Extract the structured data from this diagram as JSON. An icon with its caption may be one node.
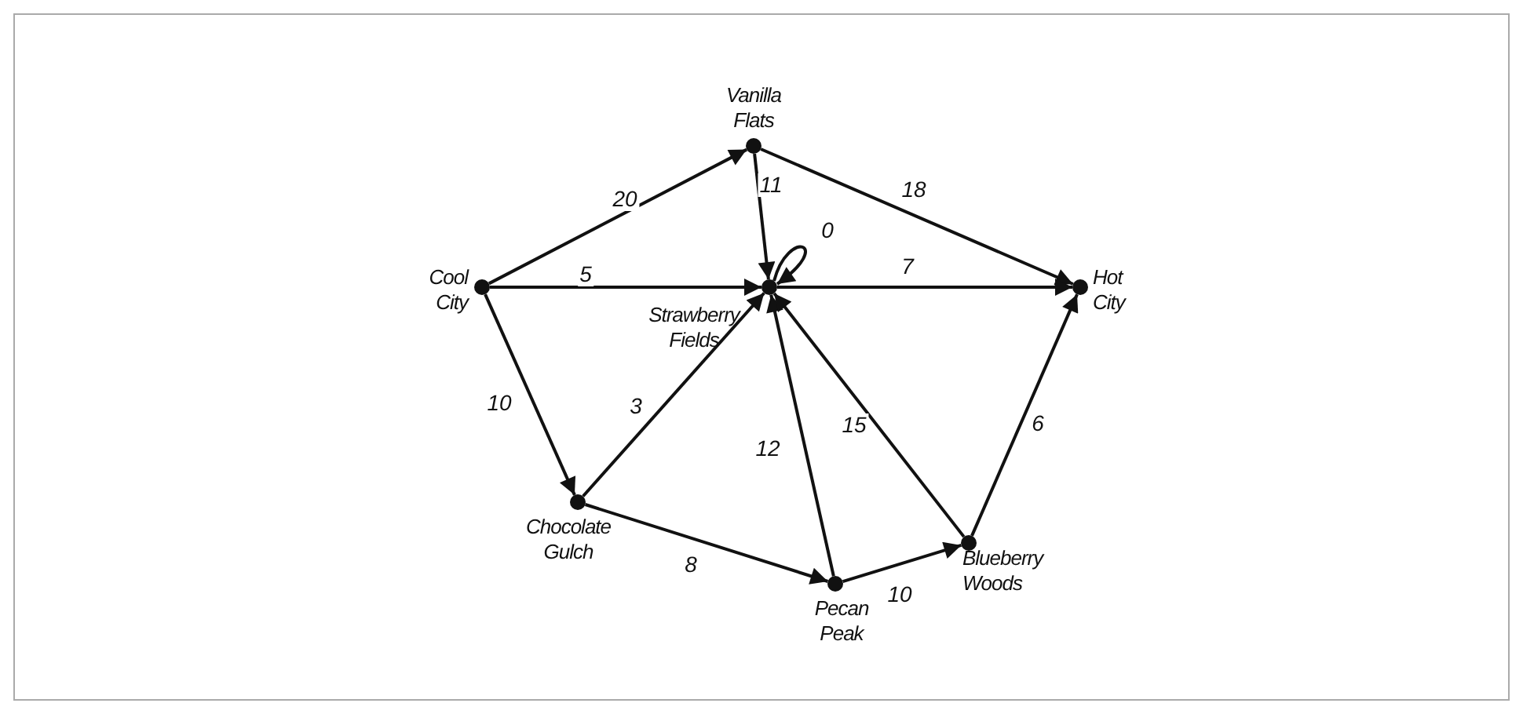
{
  "diagram": {
    "nodes": [
      {
        "text": [
          "Vanilla Flats"
        ]
      },
      {
        "text": [
          "Cool City"
        ]
      },
      {
        "text": [
          "Strawberry Fields"
        ]
      },
      {
        "text": [
          "Hot City"
        ]
      },
      {
        "text": [
          "Chocolate Gulch"
        ]
      },
      {
        "text": [
          "Pecan Peak"
        ]
      },
      {
        "text": [
          "Blueberry Woods"
        ]
      }
    ],
    "edges": [
      {
        "from": 1,
        "to": 0,
        "arrow": "to",
        "label": "20"
      },
      {
        "from": 0,
        "to": 2,
        "arrow": "to",
        "label": "11"
      },
      {
        "from": 0,
        "to": 3,
        "arrow": "to",
        "label": "18"
      },
      {
        "from": 2,
        "to": 2,
        "arrow": "to",
        "label": "0"
      },
      {
        "from": 1,
        "to": 2,
        "arrow": "to",
        "label": "5"
      },
      {
        "from": 2,
        "to": 3,
        "arrow": "to",
        "label": "7"
      },
      {
        "from": 1,
        "to": 4,
        "arrow": "to",
        "label": "10"
      },
      {
        "from": 4,
        "to": 2,
        "arrow": "to",
        "label": "3"
      },
      {
        "from": 5,
        "to": 2,
        "arrow": "to",
        "label": "12"
      },
      {
        "from": 6,
        "to": 2,
        "arrow": "to",
        "label": "15"
      },
      {
        "from": 6,
        "to": 3,
        "arrow": "to",
        "label": "6"
      },
      {
        "from": 4,
        "to": 5,
        "arrow": "to",
        "label": "8"
      },
      {
        "from": 5,
        "to": 6,
        "arrow": "to",
        "label": "10"
      }
    ]
  }
}
